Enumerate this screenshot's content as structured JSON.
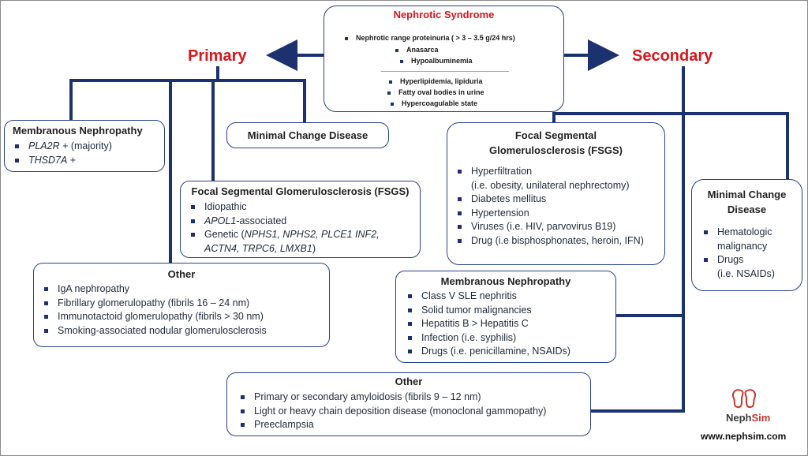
{
  "nephrotic": {
    "title": "Nephrotic Syndrome",
    "features": [
      "Nephrotic range proteinuria ( > 3 – 3.5 g/24 hrs)",
      "Anasarca",
      "Hypoalbuminemia",
      "Hyperlipidemia, lipiduria",
      "Fatty oval bodies in urine",
      "Hypercoagulable state"
    ]
  },
  "primary": {
    "label": "Primary",
    "membranous": {
      "title": "Membranous Nephropathy",
      "items": [
        {
          "a": "PLA2R",
          "b": " + (majority)"
        },
        {
          "a": "THSD7A",
          "b": " +"
        }
      ]
    },
    "mcd": {
      "title": "Minimal Change Disease"
    },
    "fsgs": {
      "title": "Focal Segmental Glomerulosclerosis (FSGS)",
      "i1": "Idiopathic",
      "i2a": "APOL1",
      "i2b": "-associated",
      "i3a": "Genetic (",
      "i3b": "NPHS1, NPHS2, PLCE1 INF2,",
      "i3c": "ACTN4, TRPC6, LMXB1",
      "i3d": ")"
    },
    "other": {
      "title": "Other",
      "items": [
        "IgA nephropathy",
        "Fibrillary glomerulopathy (fibrils 16 – 24 nm)",
        "Immunotactoid glomerulopathy (fibrils > 30 nm)",
        "Smoking-associated nodular glomerulosclerosis"
      ]
    }
  },
  "secondary": {
    "label": "Secondary",
    "fsgs": {
      "title1": "Focal Segmental",
      "title2": "Glomerulosclerosis (FSGS)",
      "i1a": "Hyperfiltration",
      "i1b": "(i.e. obesity, unilateral nephrectomy)",
      "i2": "Diabetes mellitus",
      "i3": "Hypertension",
      "i4": "Viruses (i.e. HIV, parvovirus B19)",
      "i5": "Drug (i.e bisphosphonates, heroin, IFN)"
    },
    "mcd": {
      "title1": "Minimal Change",
      "title2": "Disease",
      "i1a": "Hematologic",
      "i1b": "malignancy",
      "i2a": "Drugs",
      "i2b": "(i.e. NSAIDs)"
    },
    "membranous": {
      "title": "Membranous Nephropathy",
      "items": [
        "Class V SLE nephritis",
        "Solid tumor malignancies",
        "Hepatitis B  > Hepatitis C",
        "Infection (i.e. syphilis)",
        "Drugs (i.e. penicillamine, NSAIDs)"
      ]
    },
    "other": {
      "title": "Other",
      "items": [
        "Primary or secondary amyloidosis (fibrils 9 – 12 nm)",
        "Light or heavy chain deposition disease (monoclonal gammopathy)",
        "Preeclampsia"
      ]
    }
  },
  "brand": {
    "name_a": "Neph",
    "name_b": "Sim",
    "url": "www.nephsim.com"
  },
  "colors": {
    "line": "#1c3170",
    "header_red": "#d9161b",
    "box_border": "#27408b",
    "logo_red": "#c8372e"
  }
}
